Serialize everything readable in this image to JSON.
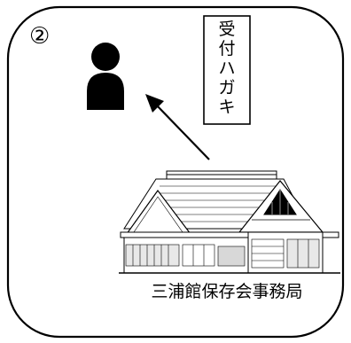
{
  "step_number": "②",
  "postcard_label": [
    "受",
    "付",
    "ハ",
    "ガ",
    "キ"
  ],
  "office_name": "三浦館保存会事務局",
  "icons": {
    "person": "person-icon",
    "arrow": "arrow-icon",
    "building": "thatched-house-icon"
  }
}
